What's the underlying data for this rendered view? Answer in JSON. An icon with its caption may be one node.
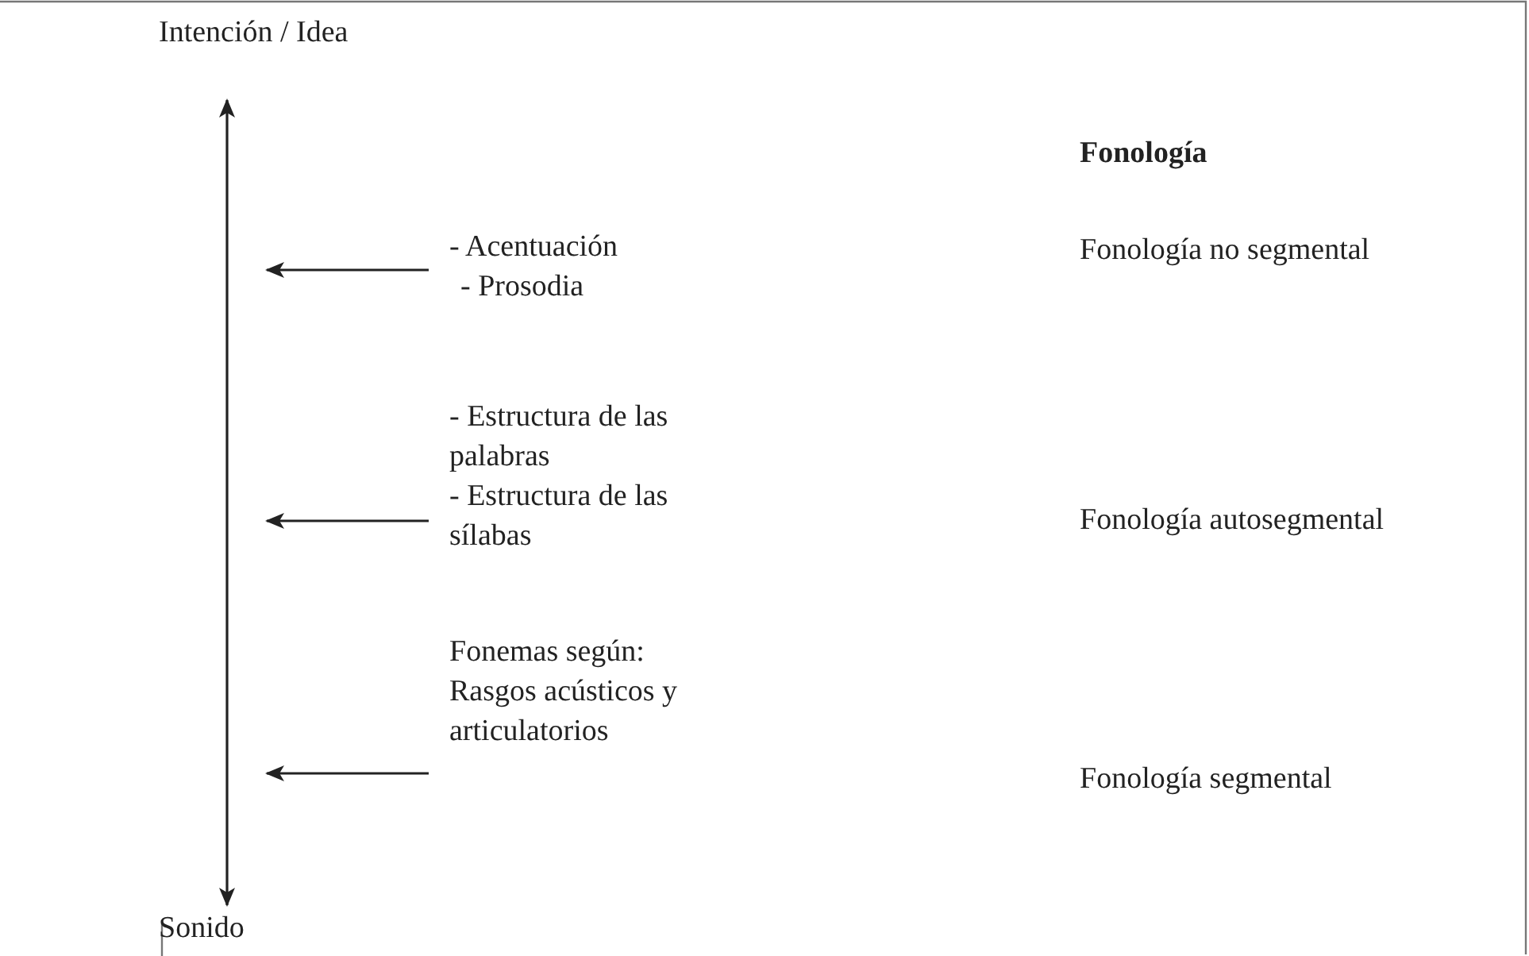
{
  "diagram": {
    "nodes": [
      {
        "text": [
          "Intención / Idea"
        ]
      },
      {
        "text": [
          "Sonido"
        ]
      },
      {
        "text": [
          "- Acentuación",
          "- Prosodia"
        ]
      },
      {
        "text": [
          "- Estructura de las palabras",
          "- Estructura de las sílabas"
        ]
      },
      {
        "text": [
          "Fonemas según:",
          "Rasgos acústicos y articulatorios"
        ]
      }
    ],
    "edges": [
      {
        "from": 0,
        "to": 1,
        "arrow": "both"
      },
      {
        "from": 2,
        "to": null,
        "arrow": "to"
      },
      {
        "from": 3,
        "to": null,
        "arrow": "to"
      },
      {
        "from": 4,
        "to": null,
        "arrow": "to"
      }
    ],
    "labels": [
      "Fonología",
      "Fonología no segmental",
      "Fonología autosegmental",
      "Fonología segmental"
    ]
  }
}
